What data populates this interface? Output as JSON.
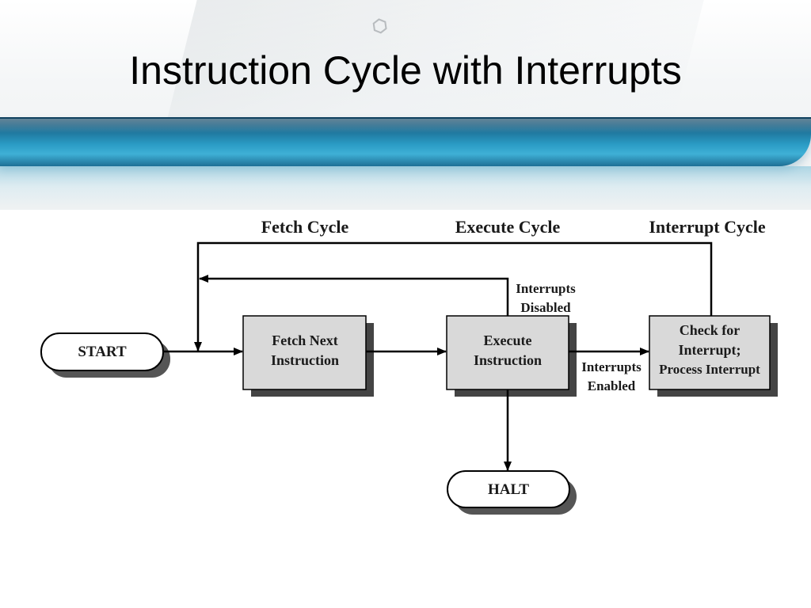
{
  "slide": {
    "title": "Instruction Cycle with Interrupts",
    "background_decoration": "processor-chip-photo",
    "accent_colors": {
      "band_dark": "#0d3d5a",
      "band_light": "#3fb0d6",
      "box_fill": "#d9d9d9"
    }
  },
  "diagram": {
    "stage_headers": {
      "fetch": "Fetch Cycle",
      "execute": "Execute Cycle",
      "interrupt": "Interrupt Cycle"
    },
    "nodes": {
      "start": "START",
      "fetch": [
        "Fetch Next",
        "Instruction"
      ],
      "execute": [
        "Execute",
        "Instruction"
      ],
      "interrupt": [
        "Check for",
        "Interrupt;",
        "Process Interrupt"
      ],
      "halt": "HALT"
    },
    "edge_labels": {
      "disabled": [
        "Interrupts",
        "Disabled"
      ],
      "enabled": [
        "Interrupts",
        "Enabled"
      ]
    }
  }
}
